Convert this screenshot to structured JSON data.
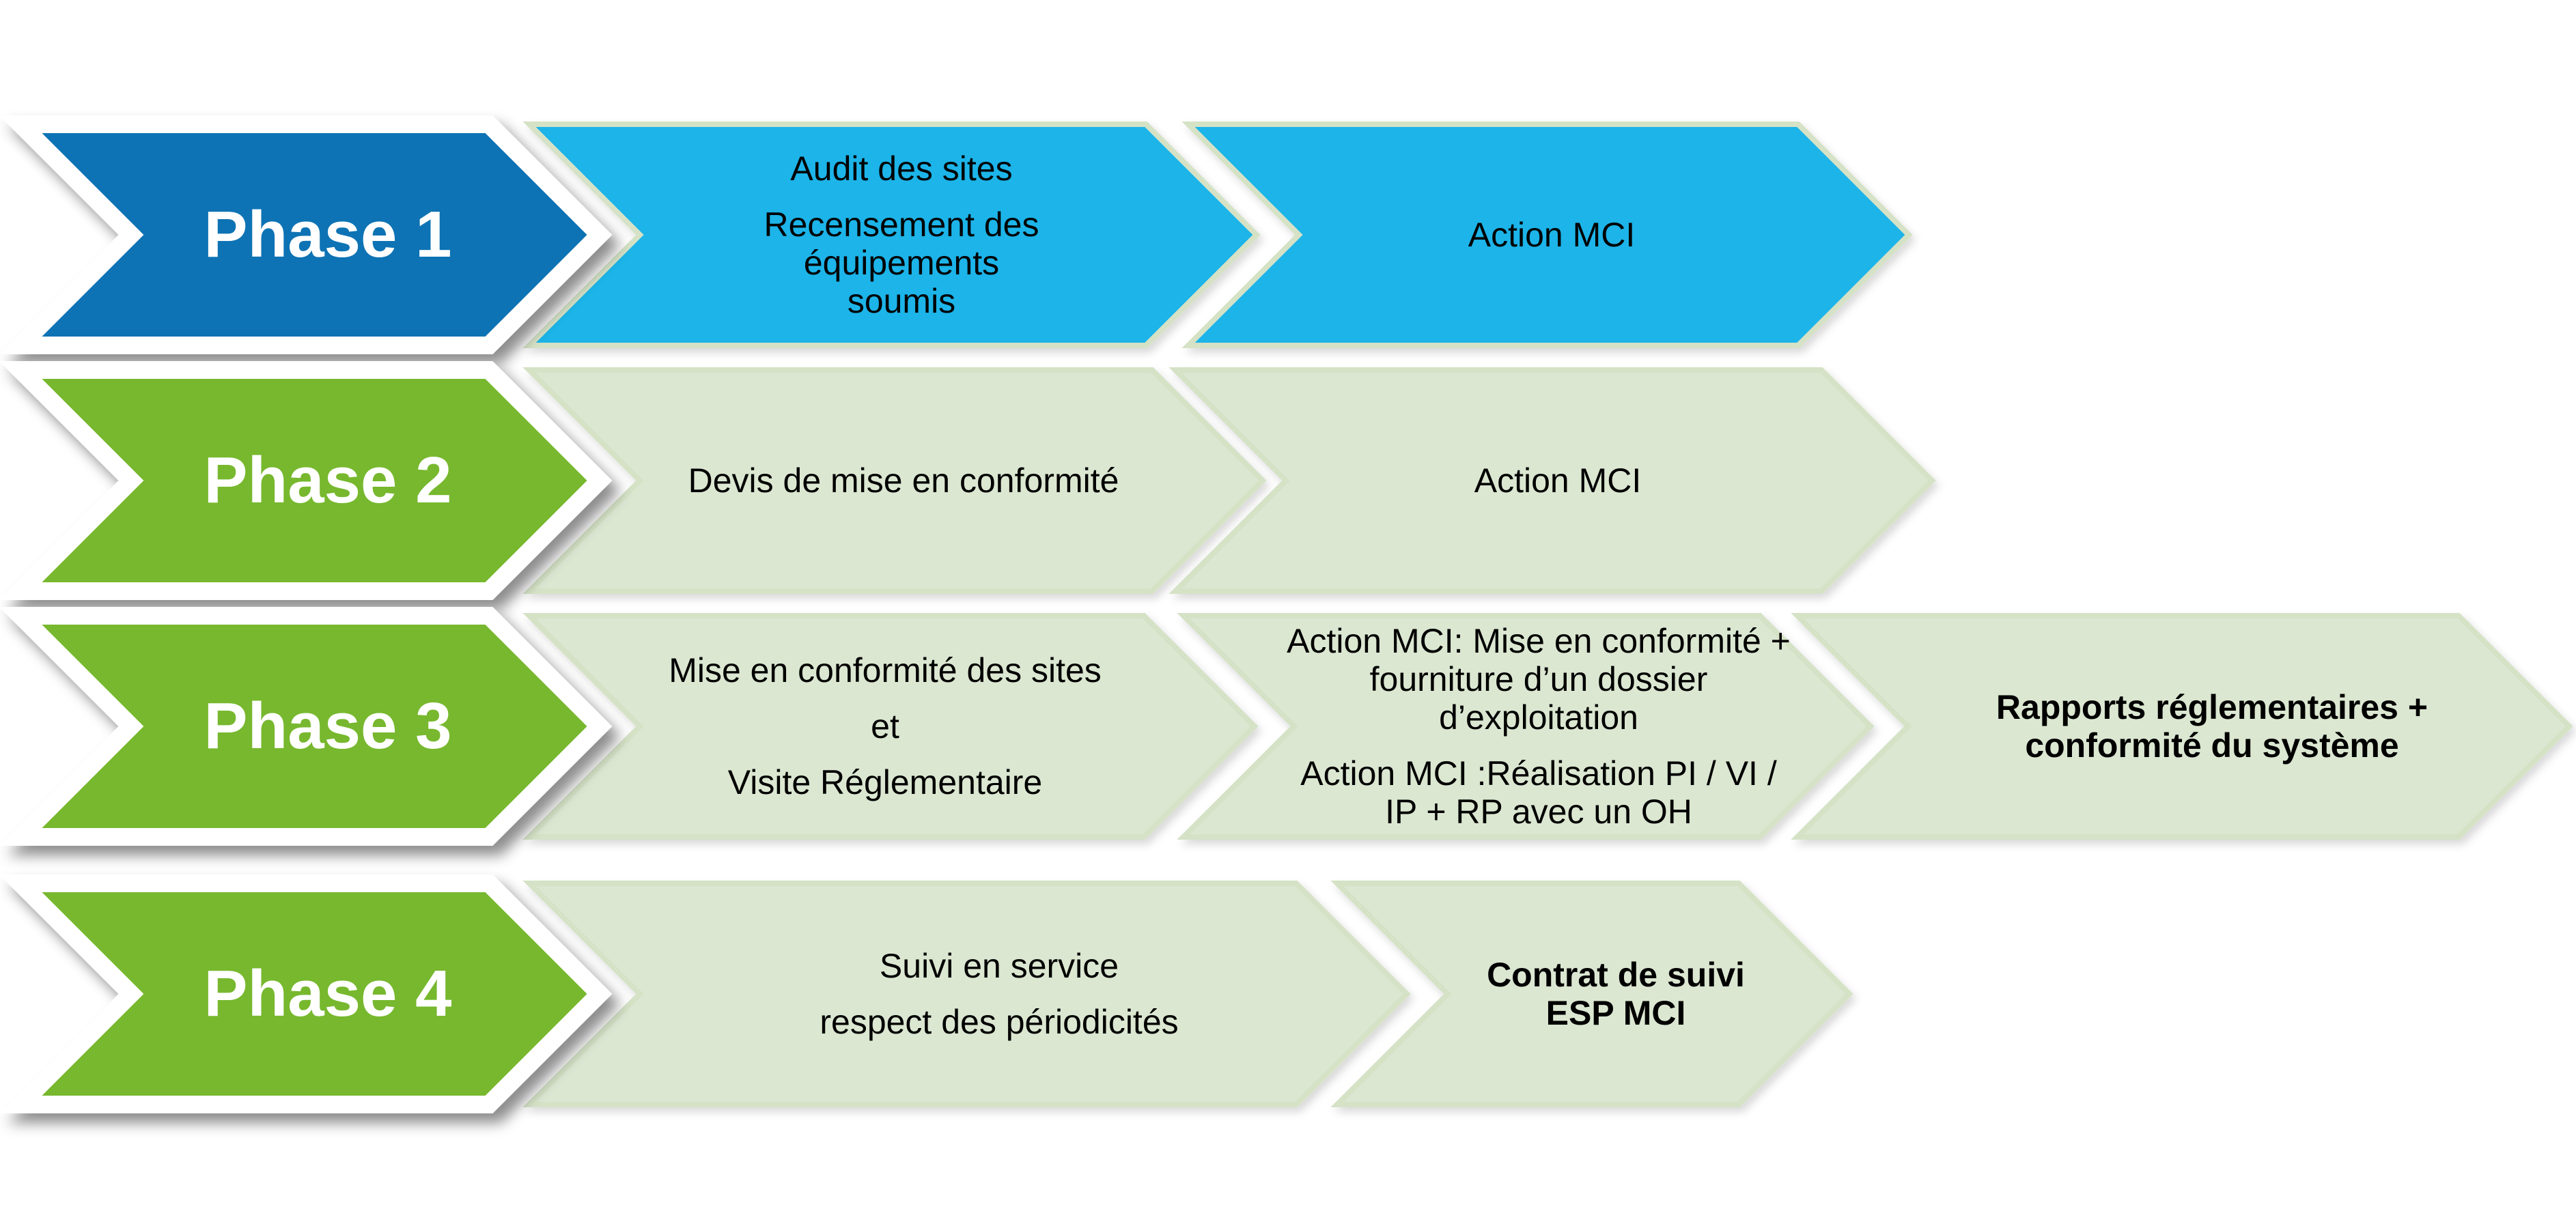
{
  "colors": {
    "phase1_fill": "#1173b4",
    "phase_green_fill": "#77b82d",
    "step_blue_fill": "#1eb4e9",
    "step_sage_fill": "#dbe7d1",
    "step_border": "#d5e2c6",
    "phase_border": "#ffffff",
    "text_dark": "#000000",
    "text_light": "#ffffff"
  },
  "rows": [
    {
      "phase": {
        "label": "Phase 1"
      },
      "steps": [
        {
          "name": "audit",
          "paragraphs": [
            [
              "Audit des sites"
            ],
            [
              "Recensement des équipements",
              "soumis"
            ]
          ]
        },
        {
          "name": "action-mci",
          "paragraphs": [
            [
              "Action MCI"
            ]
          ]
        }
      ]
    },
    {
      "phase": {
        "label": "Phase 2"
      },
      "steps": [
        {
          "name": "devis",
          "paragraphs": [
            [
              "Devis de mise en conformité"
            ]
          ]
        },
        {
          "name": "action-mci",
          "paragraphs": [
            [
              "Action MCI"
            ]
          ]
        }
      ]
    },
    {
      "phase": {
        "label": "Phase 3"
      },
      "steps": [
        {
          "name": "mise-en-conformite",
          "paragraphs": [
            [
              "Mise en conformité des sites"
            ],
            [
              "et"
            ],
            [
              "Visite Réglementaire"
            ]
          ]
        },
        {
          "name": "action-mci-detail",
          "paragraphs": [
            [
              "Action MCI: Mise en conformité +",
              "fourniture d’un dossier",
              "d’exploitation"
            ],
            [
              "Action MCI :Réalisation PI / VI /",
              "IP + RP avec un OH"
            ]
          ]
        },
        {
          "name": "rapports",
          "paragraphs": [
            [
              "Rapports réglementaires +",
              "conformité du système"
            ]
          ]
        }
      ]
    },
    {
      "phase": {
        "label": "Phase 4"
      },
      "steps": [
        {
          "name": "suivi",
          "paragraphs": [
            [
              "Suivi en service"
            ],
            [
              "respect des périodicités"
            ]
          ]
        },
        {
          "name": "contrat",
          "paragraphs": [
            [
              "Contrat de suivi",
              "ESP MCI"
            ]
          ]
        }
      ]
    }
  ]
}
